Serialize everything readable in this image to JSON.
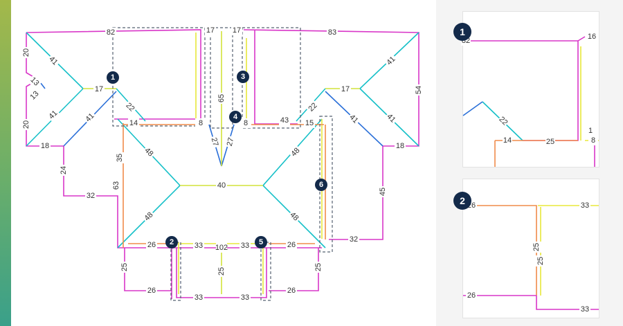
{
  "colors": {
    "ridge": "#d2e23a",
    "hip": "#16c0c8",
    "eave": "#d936c8",
    "rake": "#e8e83a",
    "valley": "#2a6fd8",
    "step": "#f08b4a",
    "badge": "#132a4a",
    "selection": "#556070"
  },
  "plan_labels": {
    "top_left_eave": "82",
    "top_mid_left": "17",
    "top_mid_right": "17",
    "top_right_eave": "83",
    "left_upper_edge": "20",
    "left_step_a": "13",
    "left_step_b": "13",
    "left_lower_edge": "20",
    "left_hip_upper": "41",
    "left_hip_lower": "41",
    "left_ridge": "17",
    "left_valley": "41",
    "left_bottom_eave": "18",
    "left_wall_down": "24",
    "left_foot": "32",
    "left_inner_wall_a": "35",
    "left_inner_wall_b": "63",
    "left_valley_inner": "22",
    "left_inner_bottom_a": "14",
    "left_inner_bottom_b": "8",
    "center_ridge_vertical": "65",
    "center_valley_left": "27",
    "center_valley_right": "27",
    "right_inner_bottom_a": "8",
    "right_inner_bottom_b": "43",
    "right_valley_inner": "22",
    "right_inner_bottom_c": "15",
    "right_ridge": "17",
    "right_hip_upper": "41",
    "right_hip_lower": "41",
    "right_edge": "54",
    "right_bottom_eave": "18",
    "right_valley": "41",
    "right_wall_down": "45",
    "right_foot": "32",
    "main_hip_ul": "48",
    "main_hip_ur": "48",
    "main_hip_ll": "48",
    "main_hip_lr": "48",
    "main_ridge": "40",
    "bottom_eave_total": "102",
    "bottom_left_26": "26",
    "bottom_mid_left_33": "33",
    "bottom_mid_right_33": "33",
    "bottom_right_26": "26",
    "lower_left_wall": "25",
    "lower_left_foot": "26",
    "lower_center_wall": "25",
    "lower_bottom_left_33": "33",
    "lower_bottom_right_33": "33",
    "lower_right_foot": "26",
    "lower_right_wall": "25"
  },
  "badges": [
    "1",
    "2",
    "3",
    "4",
    "5",
    "6"
  ],
  "detail_panel": {
    "items": [
      {
        "badge": "1",
        "labels": {
          "top_left": "82",
          "top_right": "16",
          "valley": "22",
          "bottom_a": "14",
          "bottom_b": "25",
          "right_a": "1",
          "right_b": "8"
        }
      },
      {
        "badge": "2",
        "labels": {
          "top_left": "26",
          "top_right": "33",
          "wall_a": "25",
          "wall_b": "25",
          "bottom_left": "26",
          "bottom_right": "33"
        }
      }
    ]
  }
}
